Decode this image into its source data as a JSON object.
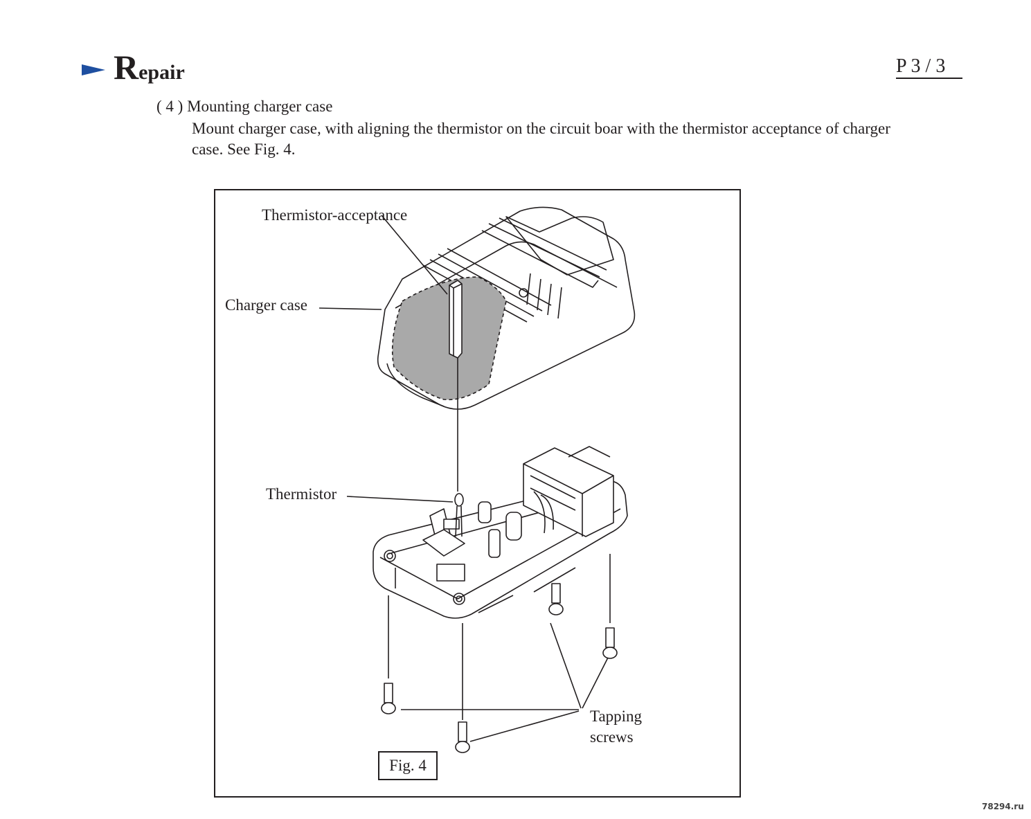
{
  "header": {
    "title_initial": "R",
    "title_rest": "epair",
    "page_number": "P 3 / 3",
    "arrow_color": "#1e4fa0",
    "arrow_icon": "arrow-right-icon"
  },
  "step": {
    "heading": "( 4 ) Mounting charger case",
    "body": "Mount  charger case,  with aligning the thermistor on the circuit boar with the thermistor acceptance of charger case.   See Fig. 4."
  },
  "figure": {
    "label": "Fig. 4",
    "callouts": {
      "thermistor_acceptance": "Thermistor-acceptance",
      "charger_case": "Charger case",
      "thermistor": "Thermistor",
      "tapping_screws_line1": "Tapping",
      "tapping_screws_line2": "screws"
    },
    "highlight_color": "#a9a9a9"
  },
  "watermark": "78294.ru"
}
